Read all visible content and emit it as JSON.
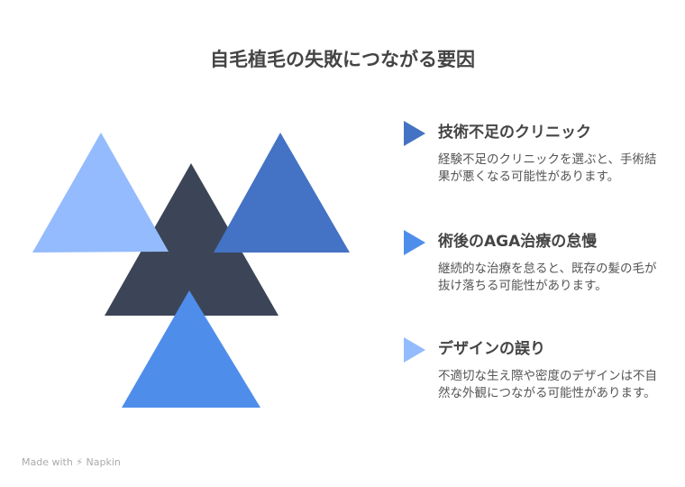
{
  "title": "自毛植毛の失敗につながる要因",
  "items": [
    {
      "heading": "技術不足のクリニック",
      "body": "経験不足のクリニックを選ぶと、手術結果が悪くなる可能性があります。",
      "color": "#4472C4"
    },
    {
      "heading": "術後のAGA治療の怠慢",
      "body": "継続的な治療を怠ると、既存の髪の毛が抜け落ちる可能性があります。",
      "color": "#4F8DEB"
    },
    {
      "heading": "デザインの誤り",
      "body": "不適切な生え際や密度のデザインは不自然な外観につながる可能性があります。",
      "color": "#94BBFD"
    }
  ],
  "colors": {
    "center": "#3C4557"
  },
  "footer": "Made with ⚡ Napkin"
}
